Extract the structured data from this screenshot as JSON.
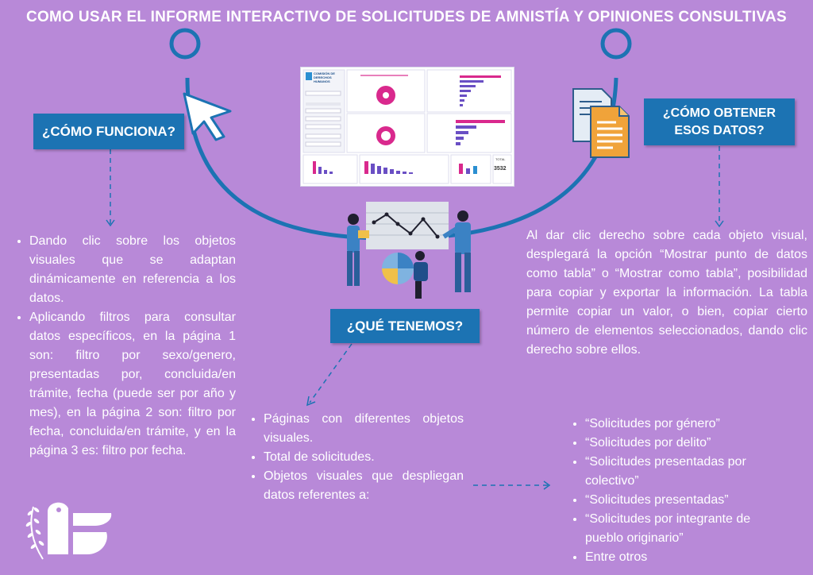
{
  "header": {
    "title": "COMO USAR EL INFORME INTERACTIVO DE SOLICITUDES DE AMNISTÍA Y OPINIONES CONSULTIVAS"
  },
  "boxes": {
    "como_funciona": "¿CÓMO FUNCIONA?",
    "obtener_datos": "¿CÓMO OBTENER ESOS DATOS?",
    "que_tenemos": "¿QUÉ TENEMOS?"
  },
  "funciona_items": [
    "Dando clic sobre los objetos visuales que se adaptan dinámicamente en referencia a los datos.",
    "Aplicando filtros para consultar datos específicos, en la página 1 son: filtro por sexo/genero, presentadas por, concluida/en trámite, fecha (puede ser por año y mes), en la página 2 son: filtro por fecha, concluida/en trámite, y en la página 3 es: filtro por fecha."
  ],
  "obtener_text": "Al dar clic derecho sobre cada objeto visual, desplegará la opción “Mostrar punto de datos como tabla” o “Mostrar como tabla”, posibilidad para copiar y exportar la información. La tabla permite copiar un valor, o bien, copiar cierto número de elementos seleccionados, dando clic derecho sobre ellos.",
  "tenemos_items": [
    "Páginas con diferentes objetos visuales.",
    "Total de solicitudes.",
    "Objetos visuales que despliegan datos referentes a:"
  ],
  "visuales_items": [
    "“Solicitudes por género”",
    "“Solicitudes por delito”",
    "“Solicitudes presentadas por colectivo”",
    "“Solicitudes presentadas”",
    "“Solicitudes por integrante de pueblo originario”",
    "Entre otros"
  ],
  "dashboard": {
    "logo_lines": [
      "COMISIÓN DE",
      "DERECHOS",
      "HUMANOS"
    ],
    "total_label": "TOTAL",
    "total_value": "3532"
  },
  "colors": {
    "background": "#b889d8",
    "box": "#1c73b3",
    "accent_pink": "#d9298d",
    "accent_purple": "#6a4fc4"
  },
  "icons": {
    "cursor": "cursor-arrow-icon",
    "documents": "documents-icon",
    "people": "people-analyzing-chart-illustration",
    "logo": "bird-logo-icon"
  }
}
